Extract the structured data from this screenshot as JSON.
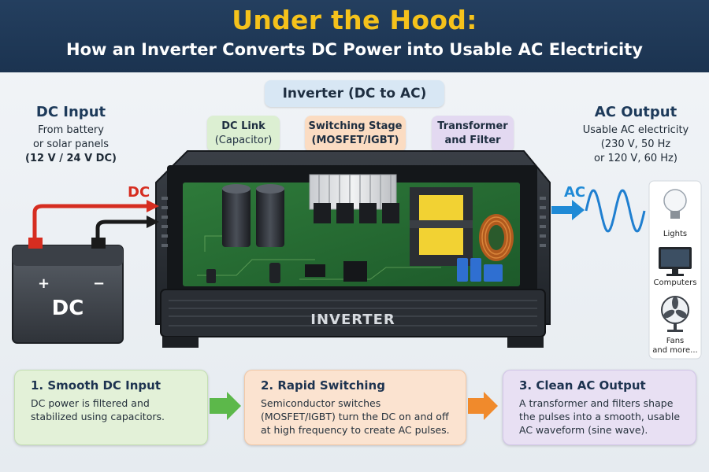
{
  "header": {
    "title": "Under the Hood:",
    "subtitle": "How an Inverter Converts DC Power into Usable AC Electricity"
  },
  "inverter_label": "Inverter (DC to AC)",
  "components": {
    "dc_link": {
      "line1": "DC Link",
      "line2": "(Capacitor)"
    },
    "switching": {
      "line1": "Switching Stage",
      "line2": "(MOSFET/IGBT)"
    },
    "transformer": {
      "line1": "Transformer",
      "line2": "and Filter"
    }
  },
  "dc_input": {
    "title": "DC Input",
    "line1": "From battery",
    "line2": "or solar panels",
    "line3_a": "(12 V / ",
    "line3_b": "24 V DC)"
  },
  "ac_output": {
    "title": "AC Output",
    "line1": "Usable AC electricity",
    "line2": "(230 V, 50 Hz",
    "line3": "or 120 V, 60 Hz)"
  },
  "arrows": {
    "dc": "DC",
    "ac": "AC"
  },
  "battery": {
    "plus": "+",
    "minus": "−",
    "label": "DC"
  },
  "inverter_box": {
    "label": "INVERTER"
  },
  "devices": {
    "lights": "Lights",
    "computers": "Computers",
    "fans_line1": "Fans",
    "fans_line2": "and more..."
  },
  "steps": [
    {
      "title": "1. Smooth DC Input",
      "text": "DC power is filtered and stabilized using capacitors."
    },
    {
      "title": "2. Rapid Switching",
      "text": "Semiconductor switches (MOSFET/IGBT) turn the DC on and off at high frequency to create AC pulses."
    },
    {
      "title": "3. Clean AC Output",
      "text": "A transformer and filters shape the pulses into a smooth, usable AC waveform (sine wave)."
    }
  ],
  "colors": {
    "header_bg": "#1f3a58",
    "title": "#f5c21b",
    "step1_bg": "#e3f1d8",
    "step2_bg": "#fbe3d0",
    "step3_bg": "#e8e0f3",
    "dc_arrow": "#d62d20",
    "ac_arrow": "#1f8ad6",
    "sine": "#1f7fd0"
  }
}
